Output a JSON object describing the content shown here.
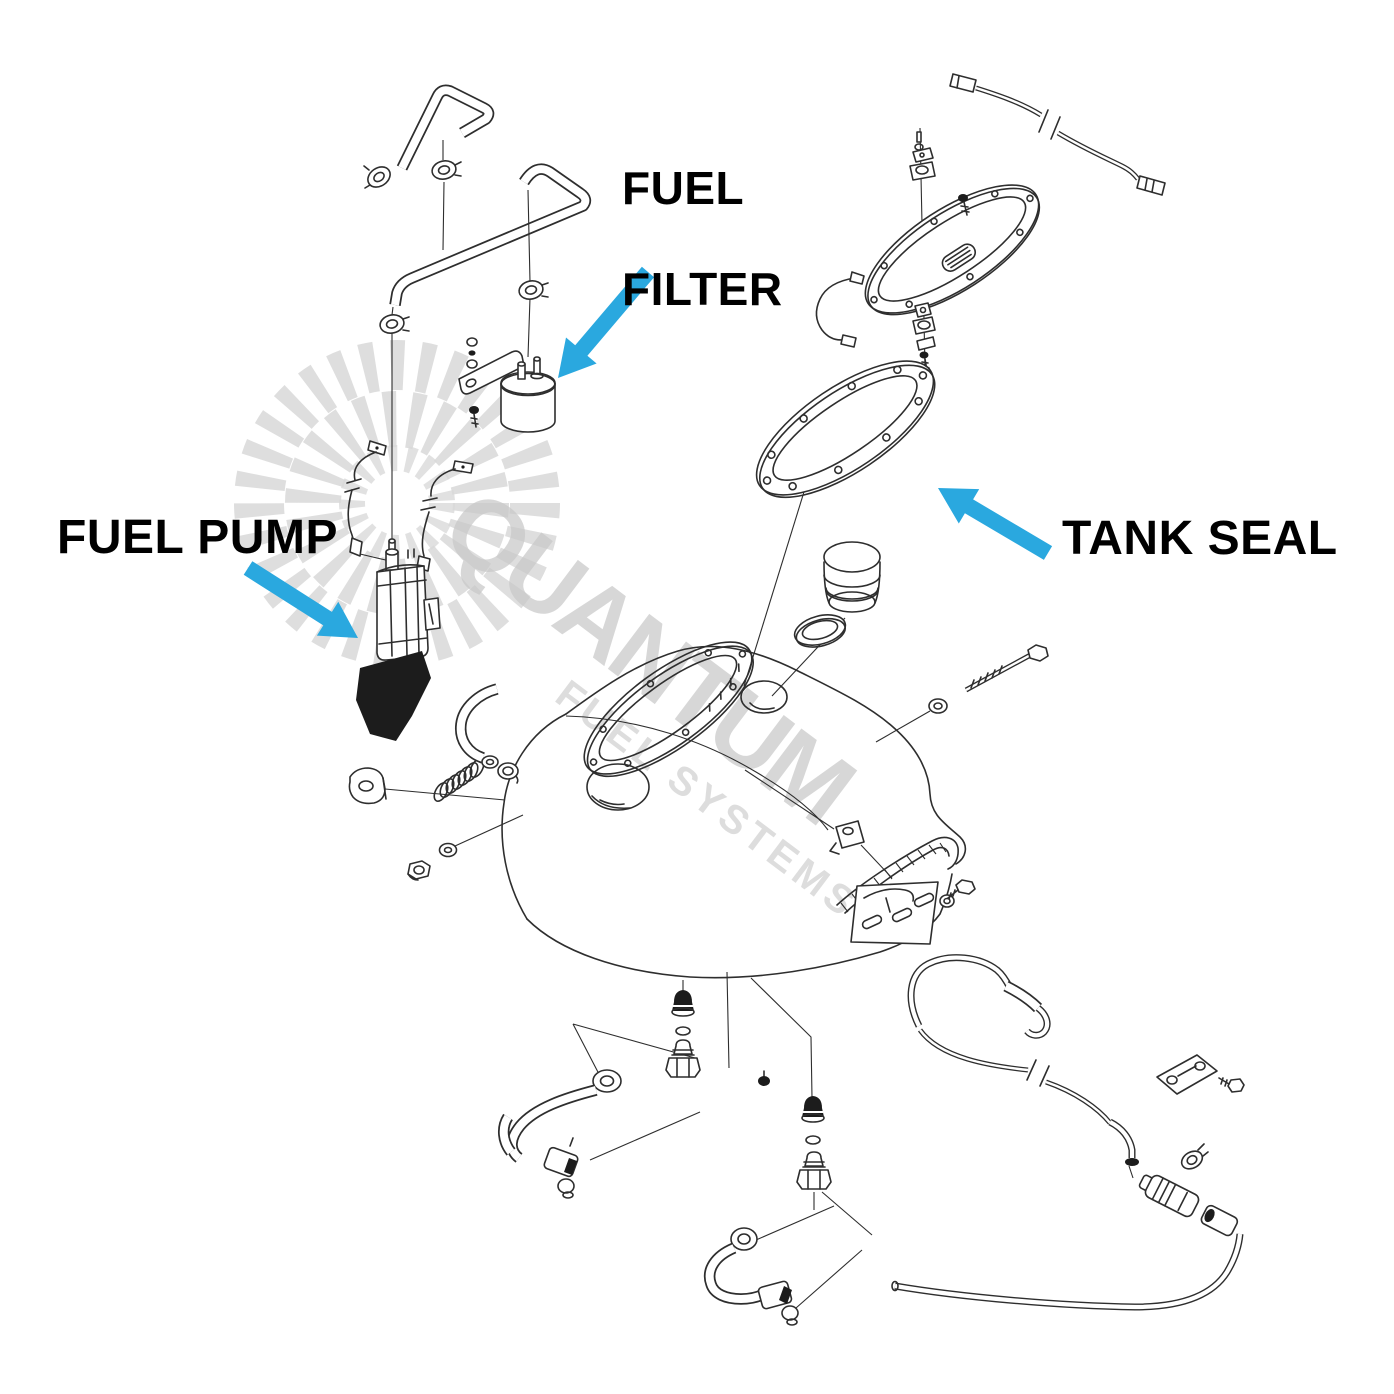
{
  "labels": {
    "fuel_filter_line1": "FUEL",
    "fuel_filter_line2": "FILTER",
    "fuel_pump": "FUEL PUMP",
    "tank_seal": "TANK SEAL"
  },
  "watermark": {
    "word": "QUANTUM",
    "subline": "FUEL SYSTEMS"
  },
  "colors": {
    "arrow_blue": "#2aa8df",
    "label_text": "#000000",
    "line_art": "#2e2e2e",
    "watermark_gray": "#c9c9c9",
    "sunburst_gray": "#d8d8d8",
    "background": "#ffffff"
  }
}
